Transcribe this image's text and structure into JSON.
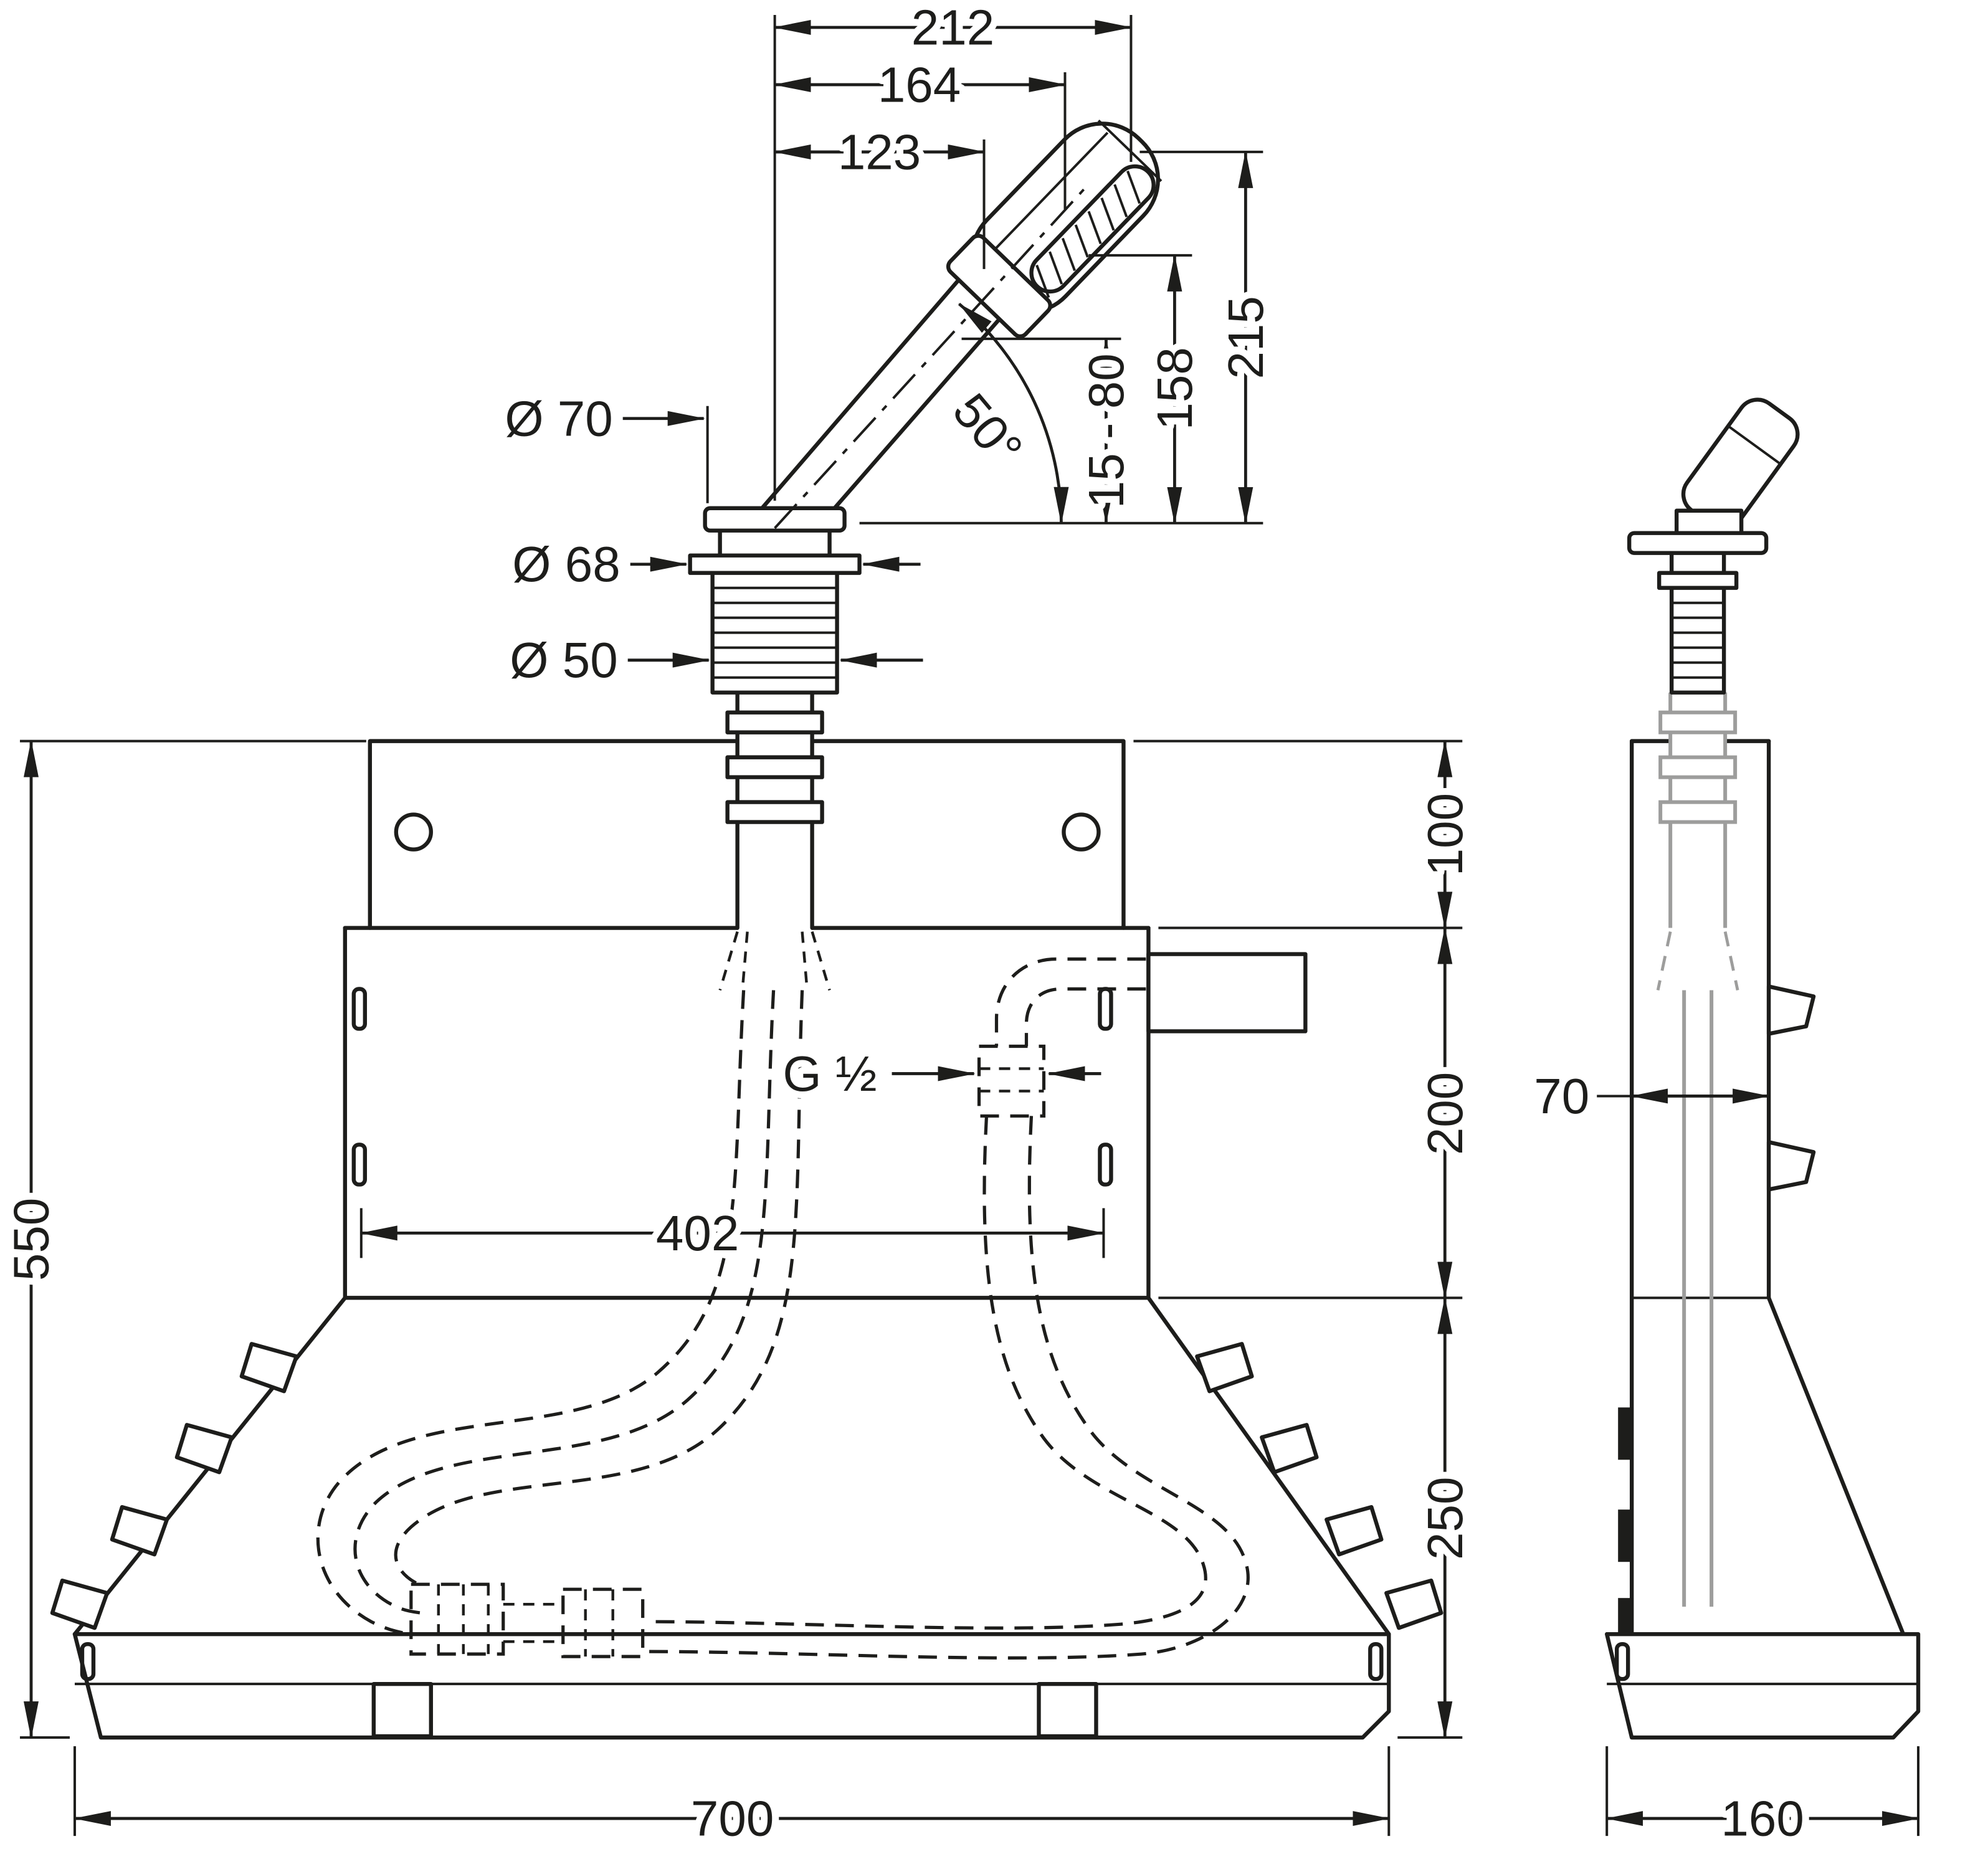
{
  "colors": {
    "line": "#1d1d1b",
    "hidden": "#9d9d9c",
    "background": "#ffffff"
  },
  "dims": {
    "w212": "212",
    "w164": "164",
    "w123": "123",
    "dia70": "Ø 70",
    "dia68": "Ø 68",
    "dia50": "Ø 50",
    "angle": "50°",
    "range_15_80": "15 - 80",
    "h158": "158",
    "h215": "215",
    "v100": "100",
    "v200": "200",
    "v250": "250",
    "v550": "550",
    "w402": "402",
    "thread": "G ½",
    "w700": "700",
    "d70": "70",
    "d160": "160"
  }
}
